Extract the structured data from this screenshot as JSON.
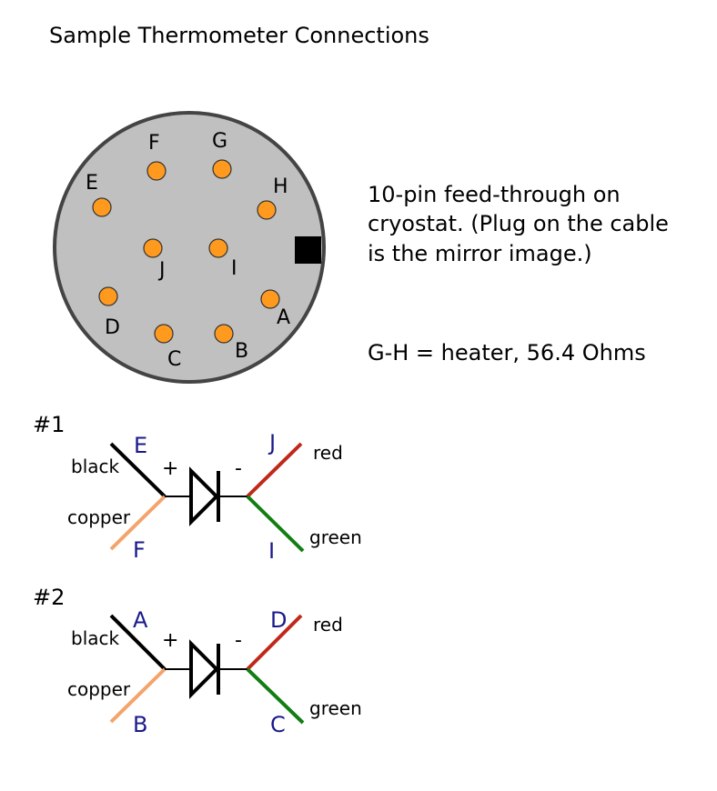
{
  "title": "Sample Thermometer Connections",
  "connector": {
    "pins": {
      "E": "E",
      "F": "F",
      "G": "G",
      "H": "H",
      "J": "J",
      "I": "I",
      "A": "A",
      "B": "B",
      "C": "C",
      "D": "D"
    },
    "pin_color": "#FF9A1E",
    "body_color": "#C0C0C0"
  },
  "description": {
    "line1": "10-pin feed-through on",
    "line2": "cryostat. (Plug on the cable",
    "line3": "is the mirror image.)",
    "heater": "G-H = heater, 56.4 Ohms"
  },
  "diagrams": [
    {
      "id": "#1",
      "left_top_wire": "black",
      "left_bottom_wire": "copper",
      "left_top_pin": "E",
      "left_bottom_pin": "F",
      "plus": "+",
      "minus": "-",
      "right_top_pin": "J",
      "right_bottom_pin": "I",
      "right_top_wire": "red",
      "right_bottom_wire": "green"
    },
    {
      "id": "#2",
      "left_top_wire": "black",
      "left_bottom_wire": "copper",
      "left_top_pin": "A",
      "left_bottom_pin": "B",
      "plus": "+",
      "minus": "-",
      "right_top_pin": "D",
      "right_bottom_pin": "C",
      "right_top_wire": "red",
      "right_bottom_wire": "green"
    }
  ],
  "colors": {
    "black_wire": "#000000",
    "copper_wire": "#F4A46A",
    "red_wire": "#C0281A",
    "green_wire": "#127E12",
    "pin_label": "#1A1A8C"
  }
}
